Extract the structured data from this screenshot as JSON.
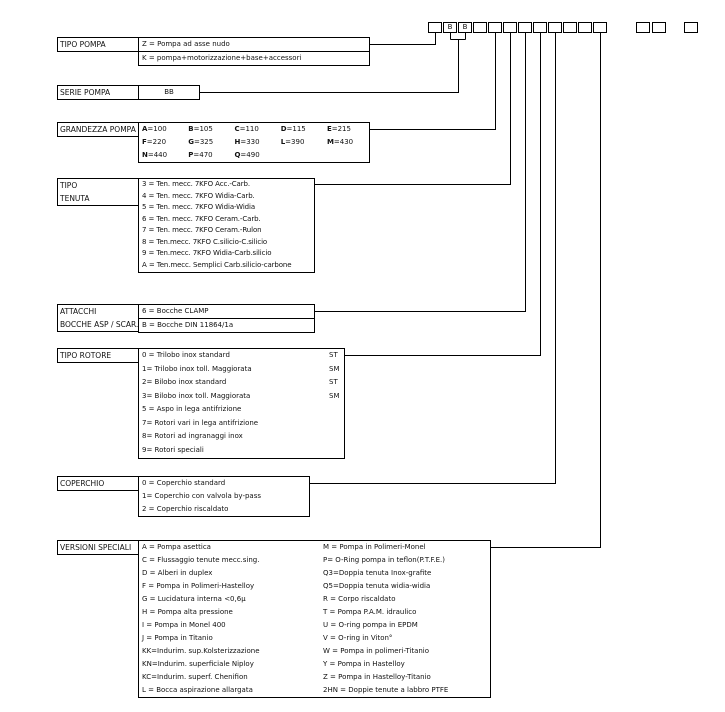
{
  "top": {
    "main_boxes": [
      "",
      "B",
      "B",
      "",
      "",
      "",
      "",
      "",
      "",
      "",
      "",
      ""
    ],
    "pair_boxes": [
      "",
      ""
    ],
    "single_box": ""
  },
  "sections": {
    "tipo_pompa": {
      "label": "TIPO POMPA",
      "items": [
        "Z = Pompa ad asse nudo",
        "K = pompa+motorizzazione+base+accessori"
      ]
    },
    "serie_pompa": {
      "label": "SERIE POMPA",
      "value": "BB"
    },
    "grandezza_pompa": {
      "label": "GRANDEZZA POMPA",
      "rows": [
        [
          {
            "k": "A",
            "v": "=100"
          },
          {
            "k": "B",
            "v": "=105"
          },
          {
            "k": "C",
            "v": "=110"
          },
          {
            "k": "D",
            "v": "=115"
          },
          {
            "k": "E",
            "v": "=215"
          }
        ],
        [
          {
            "k": "F",
            "v": "=220"
          },
          {
            "k": "G",
            "v": "=325"
          },
          {
            "k": "H",
            "v": "=330"
          },
          {
            "k": "L",
            "v": "=390"
          },
          {
            "k": "M",
            "v": "=430"
          }
        ],
        [
          {
            "k": "N",
            "v": "=440"
          },
          {
            "k": "P",
            "v": "=470"
          },
          {
            "k": "Q",
            "v": "=490"
          }
        ]
      ]
    },
    "tipo_tenuta": {
      "label_line1": "TIPO",
      "label_line2": "TENUTA",
      "items": [
        "3 = Ten. mecc. 7KFO Acc.-Carb.",
        "4 = Ten. mecc. 7KFO Widia-Carb.",
        "5 = Ten. mecc. 7KFO Widia-Widia",
        "6 = Ten. mecc. 7KFO Ceram.-Carb.",
        "7 = Ten. mecc. 7KFO Ceram.-Rulon",
        "8 = Ten.mecc. 7KFO C.silicio-C.silicio",
        "9 = Ten.mecc. 7KFO Widia-Carb.silicio",
        "A = Ten.mecc. Semplici Carb.silicio-carbone"
      ]
    },
    "attacchi": {
      "label_line1": "ATTACCHI",
      "label_line2": "BOCCHE ASP / SCAR.",
      "items": [
        "6 = Bocche CLAMP",
        "B =  Bocche DIN 11864/1a"
      ]
    },
    "tipo_rotore": {
      "label": "TIPO ROTORE",
      "items": [
        {
          "text": "0 = Trilobo inox standard",
          "tag": "ST"
        },
        {
          "text": "1= Trilobo inox toll. Maggiorata",
          "tag": "SM"
        },
        {
          "text": "2= Bilobo inox standard",
          "tag": "ST"
        },
        {
          "text": "3= Bilobo inox toll. Maggiorata",
          "tag": "SM"
        },
        {
          "text": "5 = Aspo in lega antifrizione",
          "tag": ""
        },
        {
          "text": "7= Rotori vari in lega antifrizione",
          "tag": ""
        },
        {
          "text": "8= Rotori ad ingranaggi inox",
          "tag": ""
        },
        {
          "text": "9= Rotori speciali",
          "tag": ""
        }
      ]
    },
    "coperchio": {
      "label": "COPERCHIO",
      "items": [
        "0 = Coperchio standard",
        "1= Coperchio con valvola by-pass",
        "2 = Coperchio riscaldato"
      ]
    },
    "versioni_speciali": {
      "label": "VERSIONI SPECIALI",
      "left_items": [
        "A = Pompa asettica",
        "C = Flussaggio tenute mecc.sing.",
        "D = Alberi in duplex",
        "F = Pompa in Polimeri-Hastelloy",
        "G = Lucidatura interna <0,6µ",
        "H = Pompa alta pressione",
        "I = Pompa in Monel 400",
        "J = Pompa in Titanio",
        "KK=Indurim. sup.Kolsterizzazione",
        "KN=Indurim. superficiale Niploy",
        "KC=Indurim. superf. Chenifion",
        "L = Bocca aspirazione allargata"
      ],
      "right_items": [
        "M = Pompa in Polimeri-Monel",
        "P= O-Ring pompa in teflon(P.T.F.E.)",
        "Q3=Doppia tenuta Inox-grafite",
        "Q5=Doppia tenuta widia-widia",
        "R = Corpo riscaldato",
        "T = Pompa P.A.M. idraulico",
        "U = O-ring pompa in EPDM",
        "V = O-ring in Viton°",
        "W = Pompa in polimeri-Titanio",
        "Y = Pompa in Hastelloy",
        "Z = Pompa in Hastelloy-Titanio",
        "2HN = Doppie tenute a labbro PTFE"
      ]
    }
  }
}
